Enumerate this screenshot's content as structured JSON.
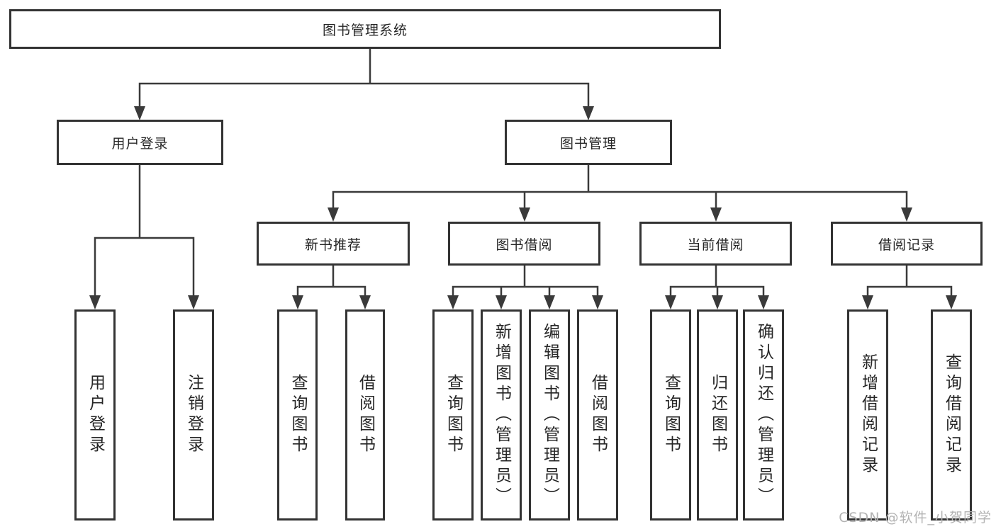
{
  "diagram": {
    "root": {
      "label": "图书管理系统"
    },
    "branches": [
      {
        "label": "用户登录",
        "leaves": [
          {
            "label": "用户登录"
          },
          {
            "label": "注销登录"
          }
        ]
      },
      {
        "label": "图书管理",
        "sections": [
          {
            "label": "新书推荐",
            "leaves": [
              {
                "label": "查询图书"
              },
              {
                "label": "借阅图书"
              }
            ]
          },
          {
            "label": "图书借阅",
            "leaves": [
              {
                "label": "查询图书"
              },
              {
                "label": "新增图书（管理员）"
              },
              {
                "label": "编辑图书（管理员）"
              },
              {
                "label": "借阅图书"
              }
            ]
          },
          {
            "label": "当前借阅",
            "leaves": [
              {
                "label": "查询图书"
              },
              {
                "label": "归还图书"
              },
              {
                "label": "确认归还（管理员）"
              }
            ]
          },
          {
            "label": "借阅记录",
            "leaves": [
              {
                "label": "新增借阅记录"
              },
              {
                "label": "查询借阅记录"
              }
            ]
          }
        ]
      }
    ]
  },
  "watermark": {
    "text": "CSDN @软件_小贺同学"
  },
  "colors": {
    "line": "#3a3a3a",
    "border": "#333333",
    "text": "#262626",
    "watermark": "#b3b3b3",
    "background": "#ffffff"
  }
}
